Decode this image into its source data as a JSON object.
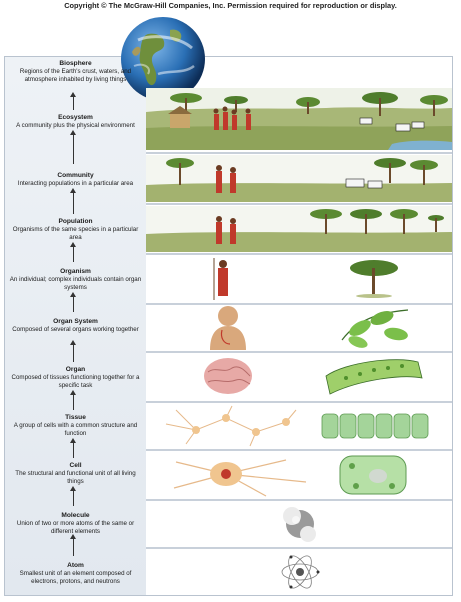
{
  "copyright": "Copyright © The McGraw-Hill Companies, Inc. Permission required for reproduction or display.",
  "levels": [
    {
      "title": "Biosphere",
      "desc": "Regions of the Earth's crust, waters, and atmosphere inhabited by living things"
    },
    {
      "title": "Ecosystem",
      "desc": "A community plus the physical environment"
    },
    {
      "title": "Community",
      "desc": "Interacting populations in a particular area"
    },
    {
      "title": "Population",
      "desc": "Organisms of the same species in a particular area"
    },
    {
      "title": "Organism",
      "desc": "An individual; complex individuals contain organ systems"
    },
    {
      "title": "Organ System",
      "desc": "Composed of several organs working together"
    },
    {
      "title": "Organ",
      "desc": "Composed of tissues functioning together for a specific task"
    },
    {
      "title": "Tissue",
      "desc": "A group of cells with a common structure and function"
    },
    {
      "title": "Cell",
      "desc": "The structural and functional unit of all living things"
    },
    {
      "title": "Molecule",
      "desc": "Union of two or more atoms of the same or different elements"
    },
    {
      "title": "Atom",
      "desc": "Smallest unit of an element composed of electrons, protons, and neutrons"
    }
  ],
  "colors": {
    "sidebar": "#e6ebf1",
    "border": "#b9c3cf",
    "grass": "#9fb06a",
    "sky": "#f4f6f0",
    "robe": "#c0392b",
    "tree": "#4f7d2c",
    "trunk": "#6b4a2b",
    "ocean": "#2a6fb5"
  }
}
